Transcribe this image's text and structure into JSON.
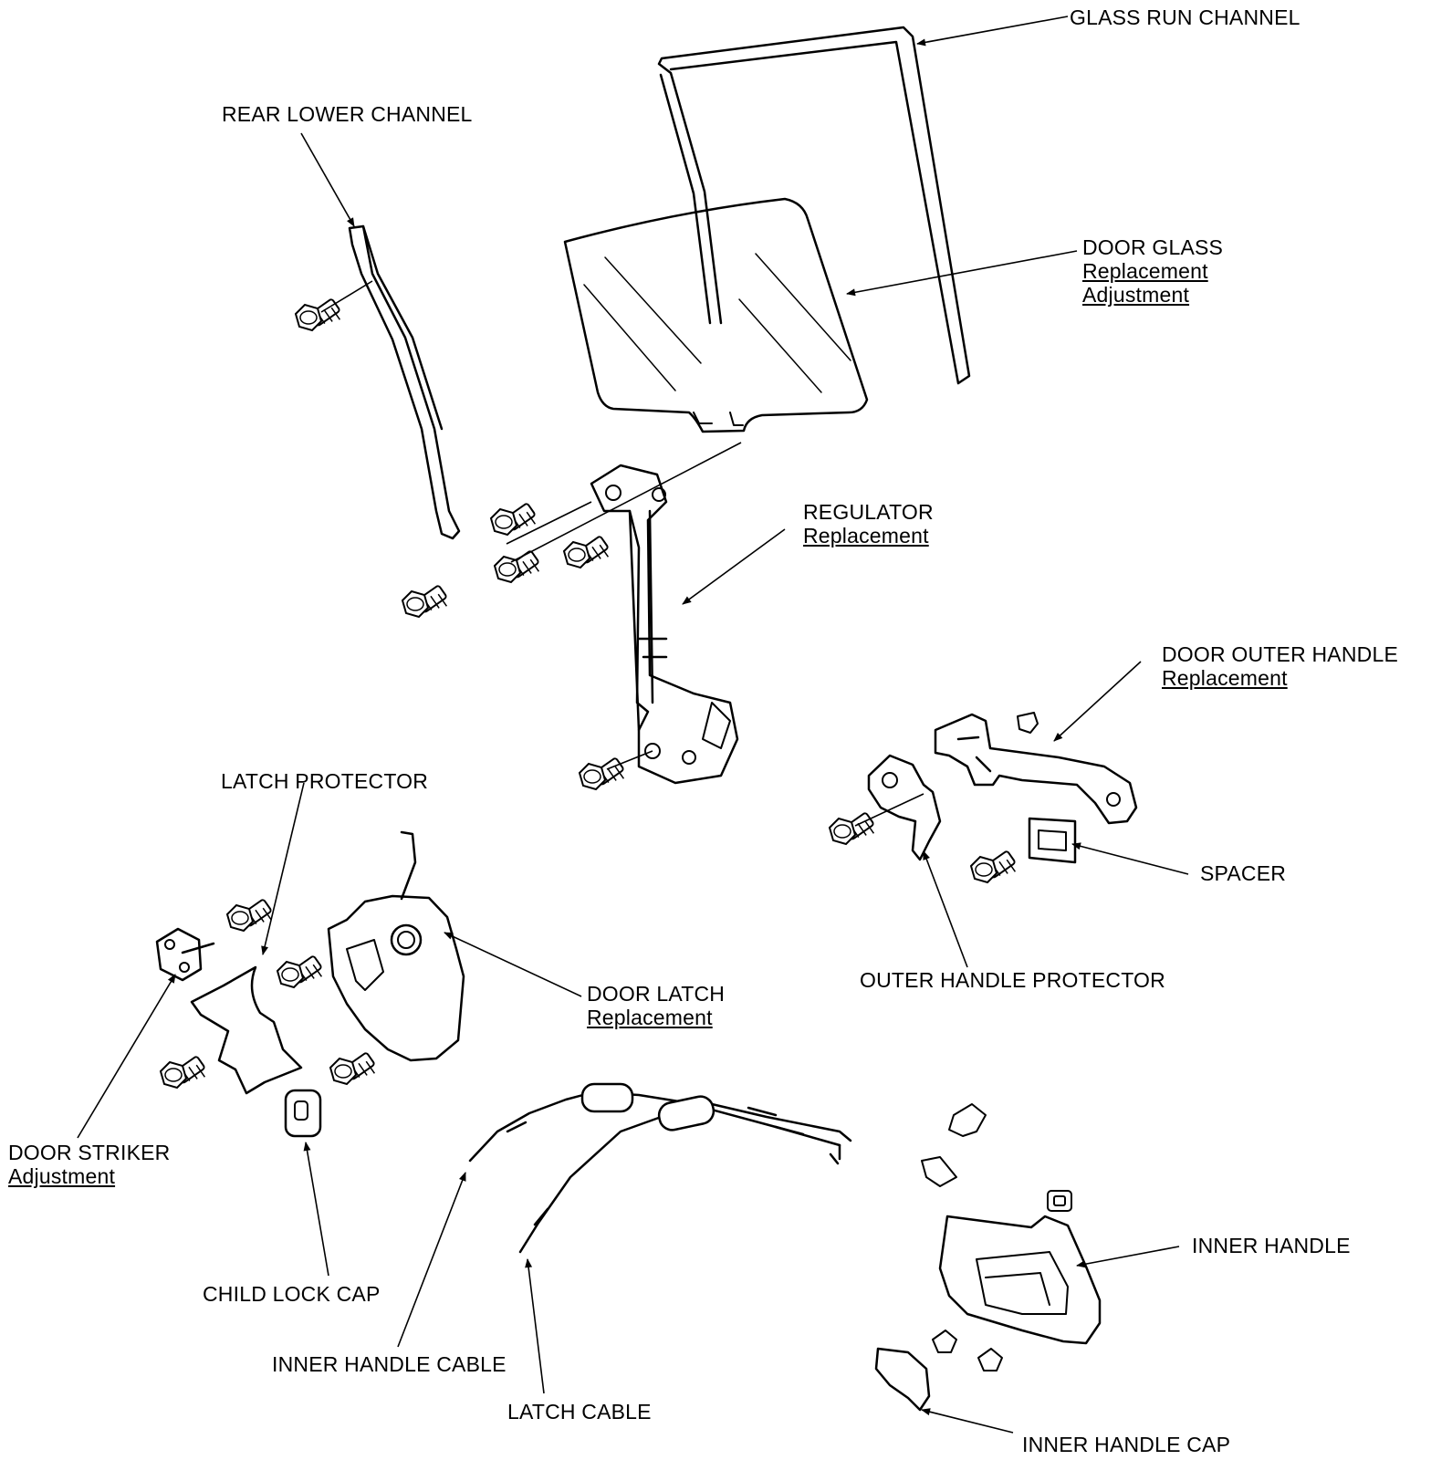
{
  "labels": {
    "glass_run_channel": {
      "title": "GLASS RUN CHANNEL"
    },
    "rear_lower_channel": {
      "title": "REAR LOWER CHANNEL"
    },
    "door_glass": {
      "title": "DOOR GLASS",
      "links": [
        "Replacement",
        "Adjustment"
      ]
    },
    "regulator": {
      "title": "REGULATOR",
      "links": [
        "Replacement"
      ]
    },
    "door_outer_handle": {
      "title": "DOOR OUTER HANDLE",
      "links": [
        "Replacement"
      ]
    },
    "latch_protector": {
      "title": "LATCH PROTECTOR"
    },
    "spacer": {
      "title": "SPACER"
    },
    "door_latch": {
      "title": "DOOR LATCH",
      "links": [
        "Replacement"
      ]
    },
    "outer_handle_protector": {
      "title": "OUTER HANDLE PROTECTOR"
    },
    "door_striker": {
      "title": "DOOR STRIKER",
      "links": [
        "Adjustment"
      ]
    },
    "inner_handle": {
      "title": "INNER HANDLE"
    },
    "child_lock_cap": {
      "title": "CHILD LOCK CAP"
    },
    "inner_handle_cable": {
      "title": "INNER HANDLE CABLE"
    },
    "latch_cable": {
      "title": "LATCH CABLE"
    },
    "inner_handle_cap": {
      "title": "INNER HANDLE CAP"
    }
  }
}
